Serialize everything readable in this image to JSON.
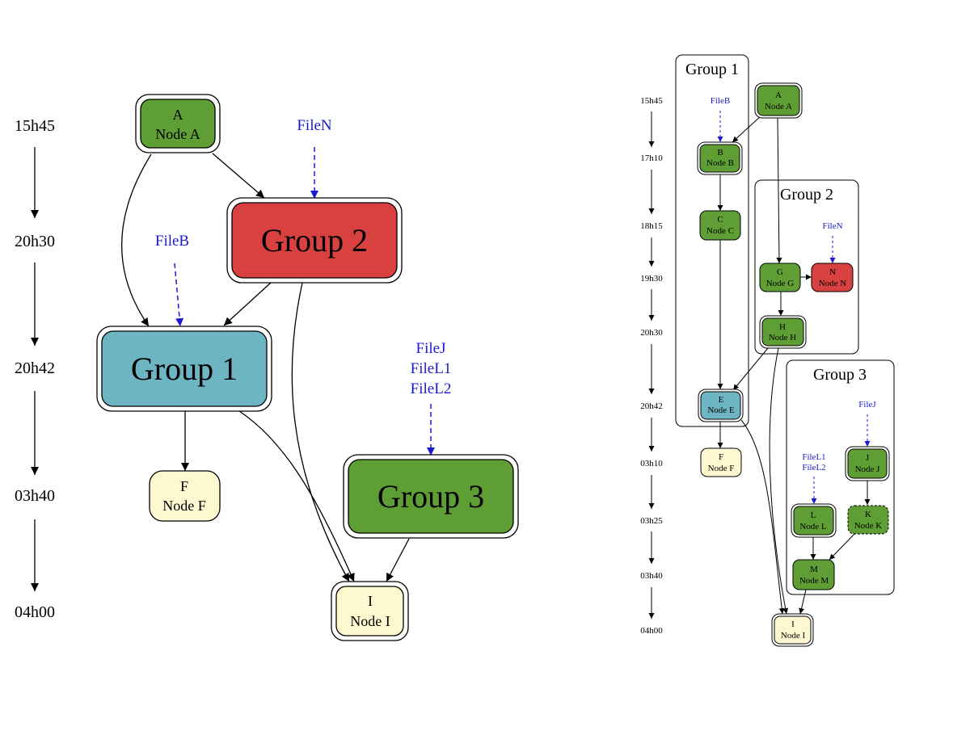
{
  "colors": {
    "green": "#5f9e35",
    "red": "#d94141",
    "blue": "#6db5c3",
    "cream": "#fdf8cf",
    "file_blue": "#1a1ad0",
    "edge": "#000000"
  },
  "left": {
    "times": [
      "15h45",
      "20h30",
      "20h42",
      "03h40",
      "04h00"
    ],
    "nodes": {
      "A": {
        "id": "A",
        "label": "Node A"
      },
      "F": {
        "id": "F",
        "label": "Node F"
      },
      "I": {
        "id": "I",
        "label": "Node I"
      }
    },
    "groups": {
      "g1": "Group 1",
      "g2": "Group 2",
      "g3": "Group 3"
    },
    "files": {
      "fileN": [
        "FileN"
      ],
      "fileB": [
        "FileB"
      ],
      "fileJ": [
        "FileJ",
        "FileL1",
        "FileL2"
      ]
    }
  },
  "right": {
    "times": [
      "15h45",
      "17h10",
      "18h15",
      "19h30",
      "20h30",
      "20h42",
      "03h10",
      "03h25",
      "03h40",
      "04h00"
    ],
    "groups": {
      "g1": "Group 1",
      "g2": "Group 2",
      "g3": "Group 3"
    },
    "nodes": {
      "A": {
        "id": "A",
        "label": "Node A"
      },
      "B": {
        "id": "B",
        "label": "Node B"
      },
      "C": {
        "id": "C",
        "label": "Node C"
      },
      "E": {
        "id": "E",
        "label": "Node E"
      },
      "F": {
        "id": "F",
        "label": "Node F"
      },
      "G": {
        "id": "G",
        "label": "Node G"
      },
      "N": {
        "id": "N",
        "label": "Node N"
      },
      "H": {
        "id": "H",
        "label": "Node H"
      },
      "J": {
        "id": "J",
        "label": "Node J"
      },
      "L": {
        "id": "L",
        "label": "Node L"
      },
      "K": {
        "id": "K",
        "label": "Node K"
      },
      "M": {
        "id": "M",
        "label": "Node M"
      },
      "I": {
        "id": "I",
        "label": "Node I"
      }
    },
    "files": {
      "fileB": [
        "FileB"
      ],
      "fileN": [
        "FileN"
      ],
      "fileJ": [
        "FileJ"
      ],
      "fileL": [
        "FileL1",
        "FileL2"
      ]
    }
  }
}
